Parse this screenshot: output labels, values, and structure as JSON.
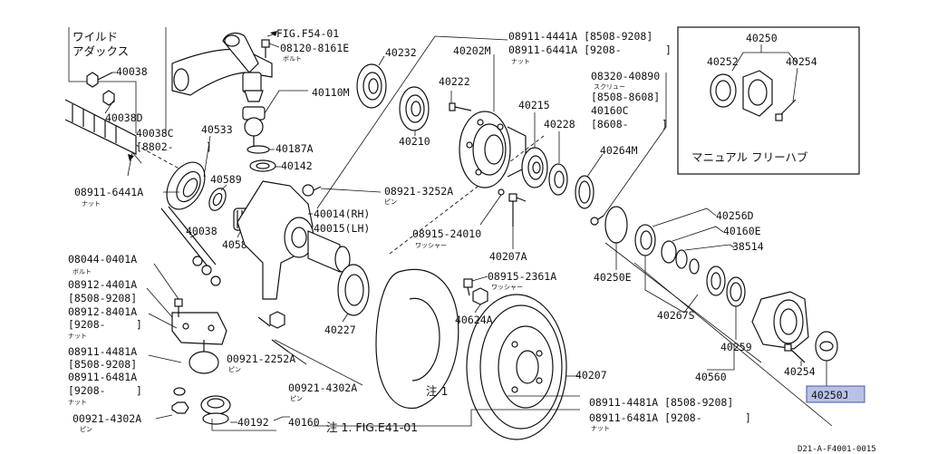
{
  "diagram": {
    "wild_ducks_line1": "ワイルド",
    "wild_ducks_line2": "アダックス",
    "fig_ref_top": "FIG.F54-01",
    "note_ref": "注 1. FIG.E41-01",
    "note_mark": "注 1",
    "manual_hub_caption": "マニュアル フリーハブ",
    "footer_code": "D21-A-F4001-0015",
    "sub_nut": "ナット",
    "sub_bolt": "ボルト",
    "sub_pin": "ピン",
    "sub_washer": "ワッシャー",
    "sub_screw": "スクリュー"
  },
  "labels": {
    "p40038a": "40038",
    "p40038d": "40038D",
    "p40038c": "40038C",
    "p8802": "[8802-",
    "p8802_close": "]",
    "p08911_6441a_left": "08911-6441A",
    "p08120": "08120-8161E",
    "p40232": "40232",
    "p40110m": "40110M",
    "p40533": "40533",
    "p40187a": "40187A",
    "p40142": "40142",
    "p40589": "40589",
    "p40038b": "40038",
    "p40588": "40588",
    "p08921_3252a": "08921-3252A",
    "p40014": "40014(RH)",
    "p40015": "40015(LH)",
    "p08911_4441a_top": "08911-4441A [8508-9208]",
    "p08911_6441a_top": "08911-6441A [9208-",
    "p08911_6441a_top_close": "]",
    "p40202m": "40202M",
    "p40222": "40222",
    "p40210": "40210",
    "p40215": "40215",
    "p40228": "40228",
    "p08320": "08320-40890",
    "p8508_8608": "[8508-8608]",
    "p40160c": "40160C",
    "p8608": "[8608-",
    "p8608_close": "]",
    "p40264m": "40264M",
    "p40250": "40250",
    "p40252": "40252",
    "p40254_box": "40254",
    "p08915_24010": "08915-24010",
    "p40207a": "40207A",
    "p40256d": "40256D",
    "p40160e": "40160E",
    "p38514": "38514",
    "p40250e": "40250E",
    "p08044": "08044-0401A",
    "p08912_4401a": "08912-4401A",
    "p8508_9208_a": "[8508-9208]",
    "p08912_8401a": "08912-8401A",
    "p9208_a": "[9208-",
    "p9208_a_close": "]",
    "p08911_4481a": "08911-4481A",
    "p8508_9208_b": "[8508-9208]",
    "p08911_6481a": "08911-6481A",
    "p9208_b": "[9208-",
    "p9208_b_close": "]",
    "p00921_4302a_left": "00921-4302A",
    "p40192": "40192",
    "p40160": "40160",
    "p00921_2252a": "00921-2252A",
    "p00921_4302a_mid": "00921-4302A",
    "p40227": "40227",
    "p08915_2361a": "08915-2361A",
    "p40624a": "40624A",
    "p40207": "40207",
    "p40267s": "40267S",
    "p40259": "40259",
    "p40560": "40560",
    "p40254": "40254",
    "p40250j": "40250J",
    "p08911_4481a_bottom": "08911-4481A [8508-9208]",
    "p08911_6481a_bottom": "08911-6481A [9208-",
    "p08911_6481a_bottom_close": "]"
  },
  "colors": {
    "ink": "#111111",
    "highlight_fill": "#b9c2e6",
    "highlight_stroke": "#4a57a8",
    "background": "#ffffff"
  }
}
